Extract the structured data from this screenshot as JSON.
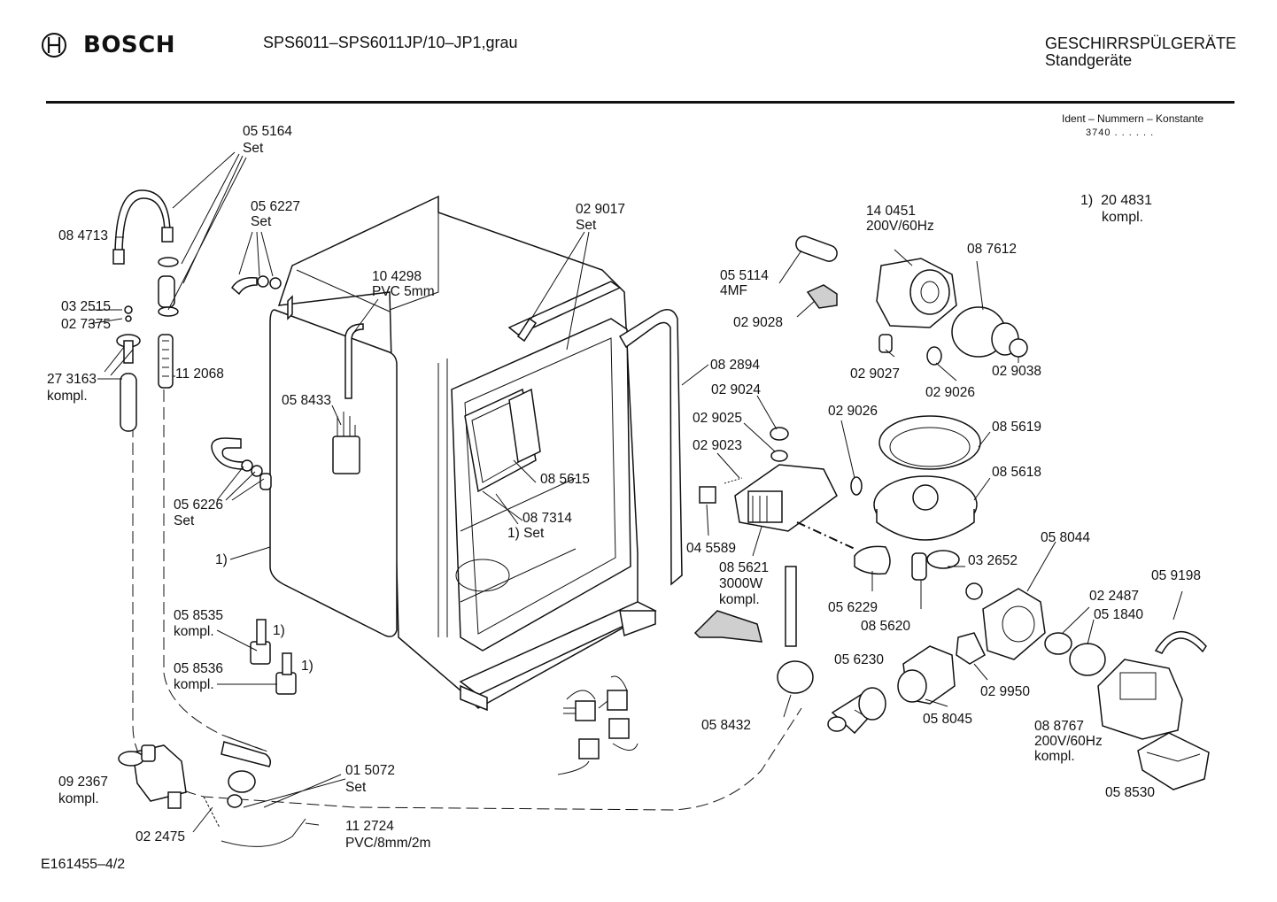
{
  "header": {
    "brand": "BOSCH",
    "model": "SPS6011–SPS6011JP/10–JP1,grau",
    "category_line1": "GESCHIRRSPÜLGERÄTE",
    "category_line2": "Standgeräte",
    "ident_label": "Ident – Nummern – Konstante",
    "ident_const": "3740 .  .    .  .  .  ."
  },
  "note": {
    "ref": "1)",
    "number": "20 4831",
    "text": "kompl."
  },
  "footer": {
    "drawing_id": "E161455–4/2"
  },
  "labels": [
    {
      "id": "lbl-055164",
      "lines": [
        "05 5164",
        "Set"
      ]
    },
    {
      "id": "lbl-084713",
      "lines": [
        "08 4713"
      ]
    },
    {
      "id": "lbl-056227",
      "lines": [
        "05 6227",
        "Set"
      ]
    },
    {
      "id": "lbl-032515",
      "lines": [
        "03 2515"
      ]
    },
    {
      "id": "lbl-027375",
      "lines": [
        "02 7375"
      ]
    },
    {
      "id": "lbl-273163",
      "lines": [
        "27 3163",
        "kompl."
      ]
    },
    {
      "id": "lbl-112068",
      "lines": [
        "11 2068"
      ]
    },
    {
      "id": "lbl-104298",
      "lines": [
        "10 4298",
        "PVC 5mm"
      ]
    },
    {
      "id": "lbl-058433",
      "lines": [
        "05 8433"
      ]
    },
    {
      "id": "lbl-056226",
      "lines": [
        "05 6226",
        "Set"
      ]
    },
    {
      "id": "lbl-ref1-left",
      "lines": [
        "1)"
      ]
    },
    {
      "id": "lbl-058535",
      "lines": [
        "05 8535",
        "kompl."
      ]
    },
    {
      "id": "lbl-ref1-a",
      "lines": [
        "1)"
      ]
    },
    {
      "id": "lbl-058536",
      "lines": [
        "05 8536",
        "kompl."
      ]
    },
    {
      "id": "lbl-ref1-b",
      "lines": [
        "1)"
      ]
    },
    {
      "id": "lbl-092367",
      "lines": [
        "09 2367",
        "kompl."
      ]
    },
    {
      "id": "lbl-015072",
      "lines": [
        "01 5072",
        "Set"
      ]
    },
    {
      "id": "lbl-022475",
      "lines": [
        "02 2475"
      ]
    },
    {
      "id": "lbl-112724",
      "lines": [
        "11 2724",
        "PVC/8mm/2m"
      ]
    },
    {
      "id": "lbl-029017",
      "lines": [
        "02 9017",
        "Set"
      ]
    },
    {
      "id": "lbl-085615",
      "lines": [
        "08 5615"
      ]
    },
    {
      "id": "lbl-087314",
      "lines": [
        "08 7314"
      ]
    },
    {
      "id": "lbl-ref1-set",
      "lines": [
        "1) Set"
      ]
    },
    {
      "id": "lbl-082894",
      "lines": [
        "08 2894"
      ]
    },
    {
      "id": "lbl-055114",
      "lines": [
        "05 5114",
        "4MF"
      ]
    },
    {
      "id": "lbl-029028",
      "lines": [
        "02 9028"
      ]
    },
    {
      "id": "lbl-140451",
      "lines": [
        "14 0451",
        "200V/60Hz"
      ]
    },
    {
      "id": "lbl-087612",
      "lines": [
        "08 7612"
      ]
    },
    {
      "id": "lbl-029027",
      "lines": [
        "02 9027"
      ]
    },
    {
      "id": "lbl-029026a",
      "lines": [
        "02 9026"
      ]
    },
    {
      "id": "lbl-029038",
      "lines": [
        "02 9038"
      ]
    },
    {
      "id": "lbl-029024",
      "lines": [
        "02 9024"
      ]
    },
    {
      "id": "lbl-029025",
      "lines": [
        "02 9025"
      ]
    },
    {
      "id": "lbl-029023",
      "lines": [
        "02 9023"
      ]
    },
    {
      "id": "lbl-029026b",
      "lines": [
        "02 9026"
      ]
    },
    {
      "id": "lbl-085619",
      "lines": [
        "08 5619"
      ]
    },
    {
      "id": "lbl-085618",
      "lines": [
        "08 5618"
      ]
    },
    {
      "id": "lbl-045589",
      "lines": [
        "04 5589"
      ]
    },
    {
      "id": "lbl-085621",
      "lines": [
        "08 5621",
        "3000W",
        "kompl."
      ]
    },
    {
      "id": "lbl-056229",
      "lines": [
        "05 6229"
      ]
    },
    {
      "id": "lbl-085620",
      "lines": [
        "08 5620"
      ]
    },
    {
      "id": "lbl-032652",
      "lines": [
        "03 2652"
      ]
    },
    {
      "id": "lbl-058044",
      "lines": [
        "05 8044"
      ]
    },
    {
      "id": "lbl-022487",
      "lines": [
        "02 2487"
      ]
    },
    {
      "id": "lbl-051840",
      "lines": [
        "05 1840"
      ]
    },
    {
      "id": "lbl-059198",
      "lines": [
        "05 9198"
      ]
    },
    {
      "id": "lbl-056230",
      "lines": [
        "05 6230"
      ]
    },
    {
      "id": "lbl-058432",
      "lines": [
        "05 8432"
      ]
    },
    {
      "id": "lbl-058045",
      "lines": [
        "05 8045"
      ]
    },
    {
      "id": "lbl-029950",
      "lines": [
        "02 9950"
      ]
    },
    {
      "id": "lbl-088767",
      "lines": [
        "08 8767",
        "200V/60Hz",
        "kompl."
      ]
    },
    {
      "id": "lbl-058530",
      "lines": [
        "05 8530"
      ]
    }
  ]
}
